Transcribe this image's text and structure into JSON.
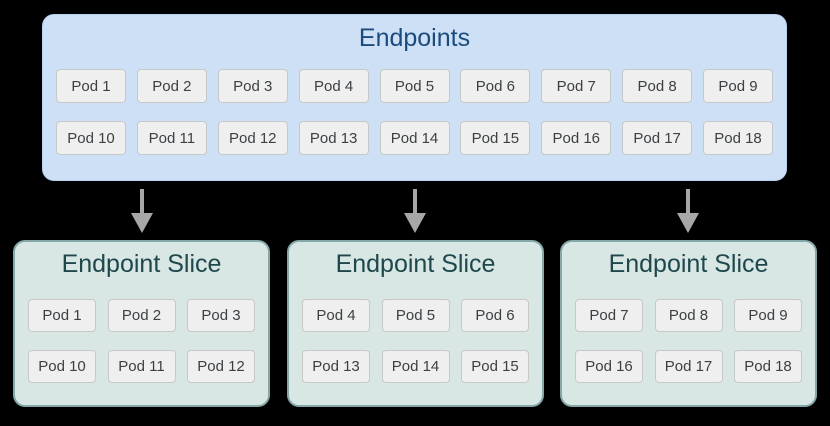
{
  "colors": {
    "bg": "#000000",
    "endpoints-fill": "#cde0f5",
    "endpoints-border": "#b7d1ee",
    "endpoints-title": "#1b4b7e",
    "slice-fill": "#d8e6e4",
    "slice-border": "#84a8a7",
    "slice-title": "#1e484c",
    "pod-fill": "#efefef",
    "pod-border": "#c6c9c7",
    "pod-text": "#3c4043",
    "arrow": "#a7a7a7"
  },
  "endpoints": {
    "title": "Endpoints",
    "rows": [
      [
        "Pod 1",
        "Pod 2",
        "Pod 3",
        "Pod 4",
        "Pod 5",
        "Pod 6",
        "Pod 7",
        "Pod 8",
        "Pod 9"
      ],
      [
        "Pod 10",
        "Pod 11",
        "Pod 12",
        "Pod 13",
        "Pod 14",
        "Pod 15",
        "Pod 16",
        "Pod 17",
        "Pod 18"
      ]
    ]
  },
  "slices": [
    {
      "title": "Endpoint Slice",
      "rows": [
        [
          "Pod 1",
          "Pod 2",
          "Pod 3"
        ],
        [
          "Pod 10",
          "Pod 11",
          "Pod 12"
        ]
      ]
    },
    {
      "title": "Endpoint Slice",
      "rows": [
        [
          "Pod 4",
          "Pod 5",
          "Pod 6"
        ],
        [
          "Pod 13",
          "Pod 14",
          "Pod 15"
        ]
      ]
    },
    {
      "title": "Endpoint Slice",
      "rows": [
        [
          "Pod 7",
          "Pod 8",
          "Pod 9"
        ],
        [
          "Pod 16",
          "Pod 17",
          "Pod 18"
        ]
      ]
    }
  ]
}
